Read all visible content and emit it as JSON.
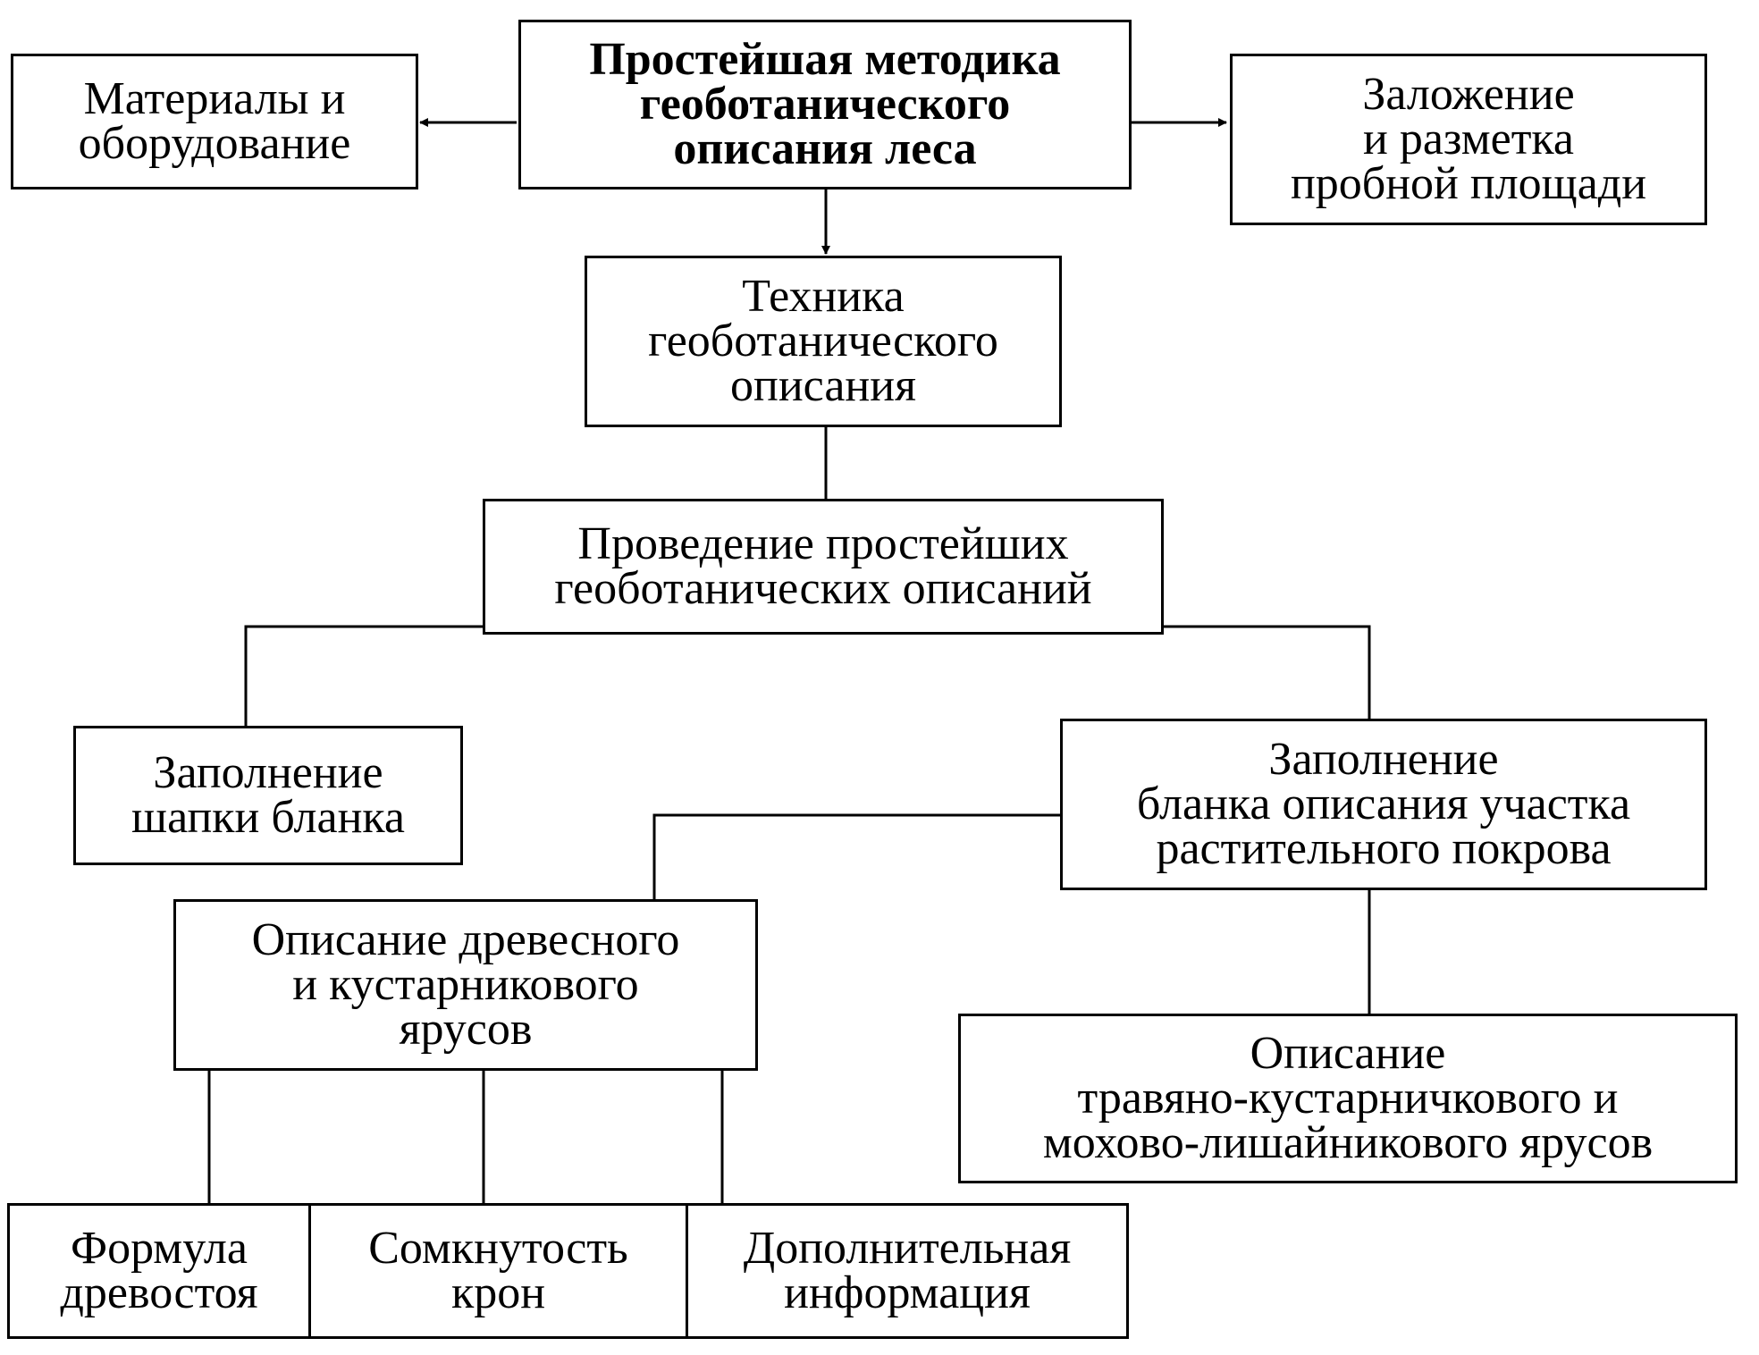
{
  "diagram": {
    "main_title": {
      "lines": [
        "Простейшая методика",
        "геоботанического",
        "описания леса"
      ]
    },
    "materials": {
      "lines": [
        "Материалы и",
        "оборудование"
      ]
    },
    "plot_layout": {
      "lines": [
        "Заложение",
        "и разметка",
        "пробной площади"
      ]
    },
    "technique": {
      "lines": [
        "Техника",
        "геоботанического",
        "описания"
      ]
    },
    "simple_descriptions": {
      "lines": [
        "Проведение простейших",
        "геоботанических описаний"
      ]
    },
    "form_header": {
      "lines": [
        "Заполнение",
        "шапки бланка"
      ]
    },
    "form_description": {
      "lines": [
        "Заполнение",
        "бланка описания участка",
        "растительного покрова"
      ]
    },
    "tree_shrub_layers": {
      "lines": [
        "Описание древесного",
        "и кустарникового",
        "ярусов"
      ]
    },
    "herb_moss_layers": {
      "lines": [
        "Описание",
        "травяно-кустарничкового и",
        "мохово-лишайникового ярусов"
      ]
    },
    "stand_formula": {
      "lines": [
        "Формула",
        "древостоя"
      ]
    },
    "canopy_closure": {
      "lines": [
        "Сомкнутость",
        "крон"
      ]
    },
    "additional_info": {
      "lines": [
        "Дополнительная",
        "информация"
      ]
    }
  }
}
